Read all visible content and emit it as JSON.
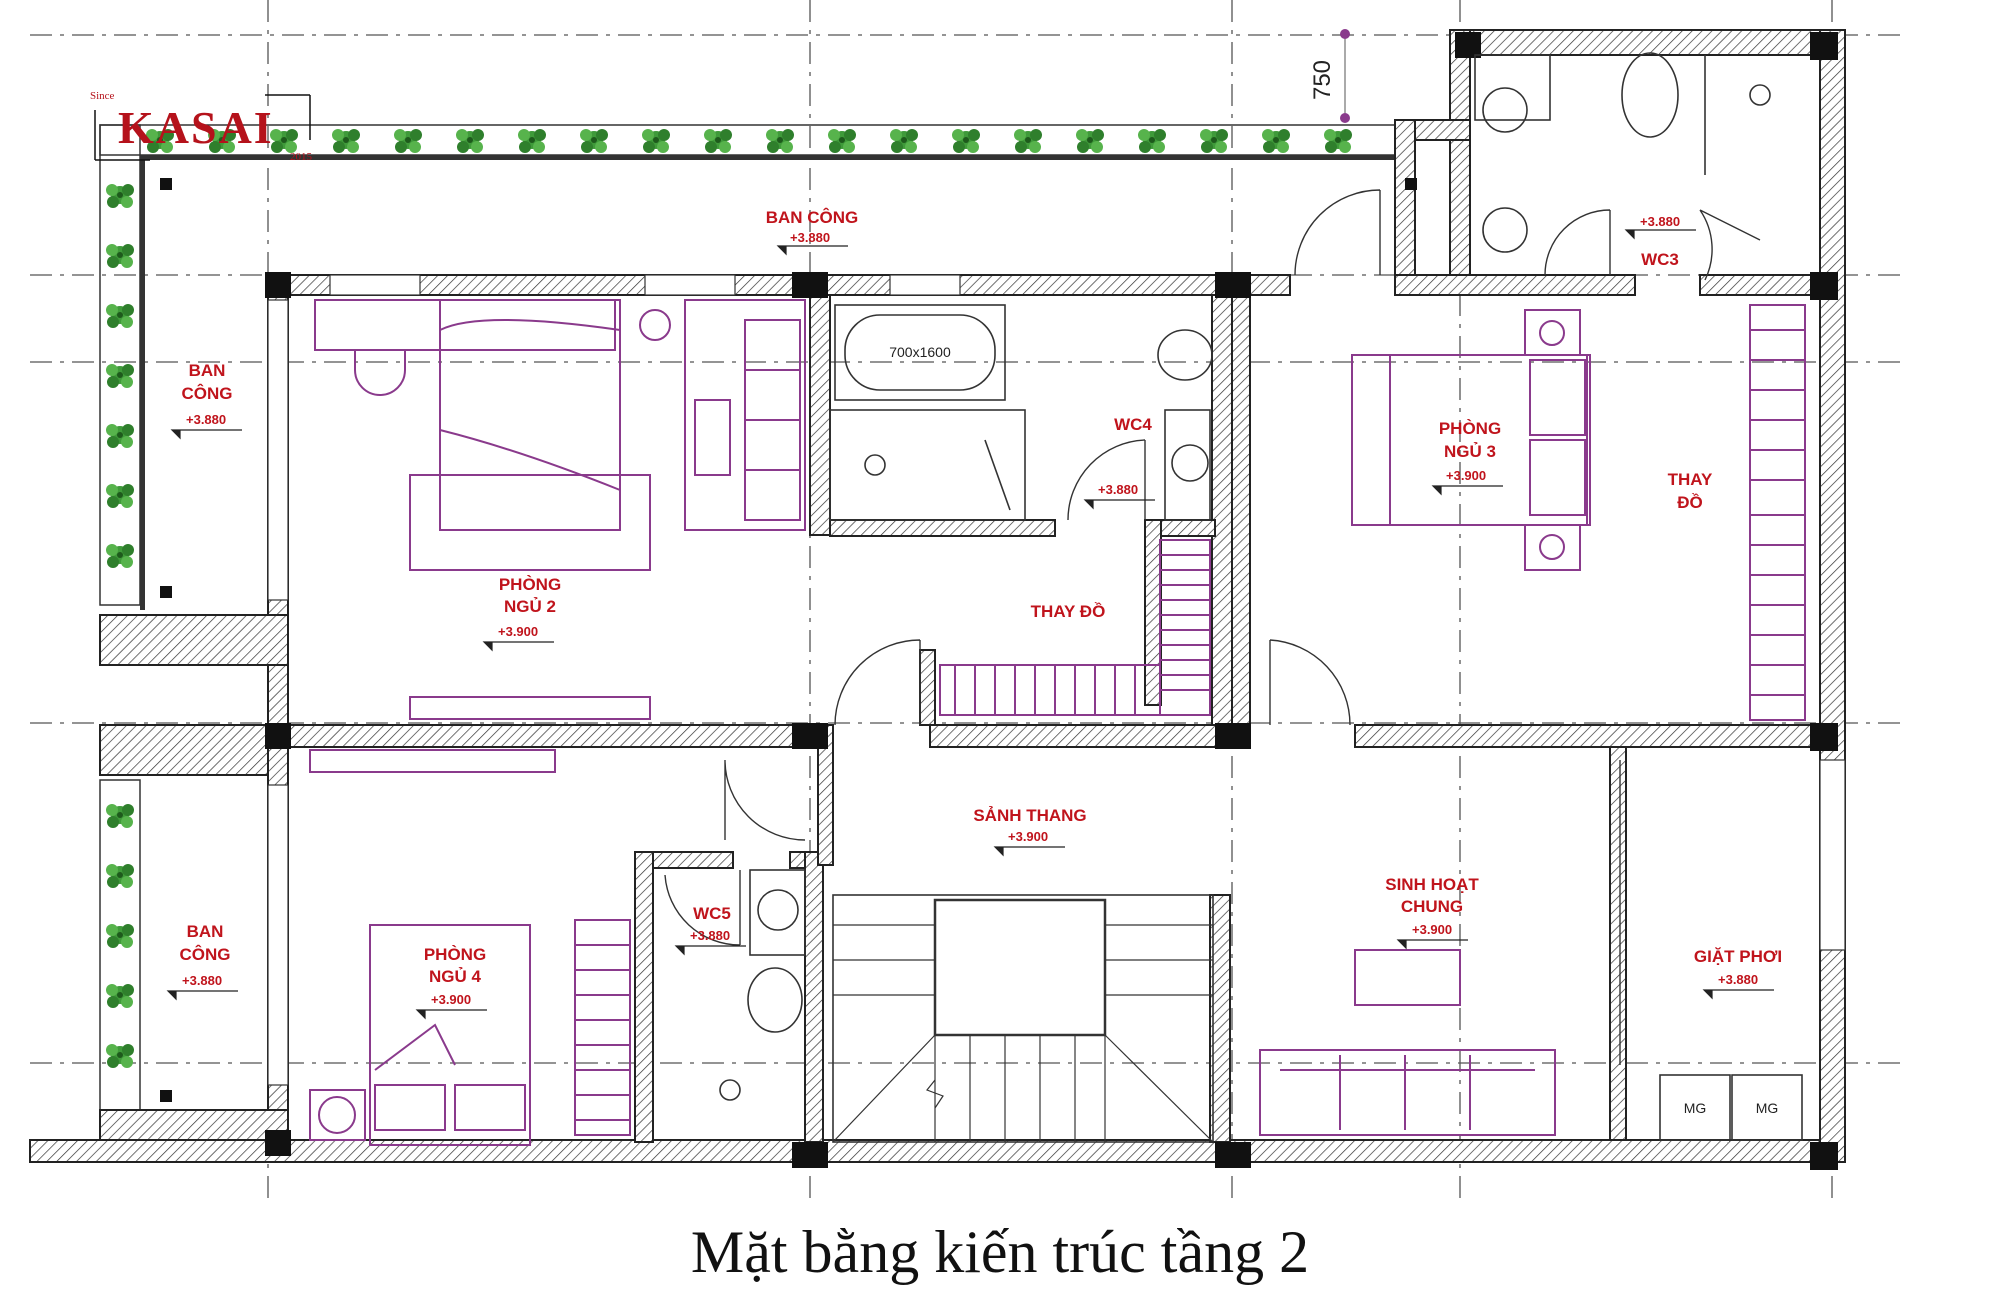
{
  "logo": {
    "since": "Since",
    "name": "KASAI",
    "year": "2015"
  },
  "dimension": "750",
  "rooms": {
    "ban_cong_top": {
      "name": "BAN CÔNG",
      "level": "+3.880"
    },
    "ban_cong_left_top": {
      "line1": "BAN",
      "line2": "CÔNG",
      "level": "+3.880"
    },
    "ban_cong_left_bottom": {
      "line1": "BAN",
      "line2": "CÔNG",
      "level": "+3.880"
    },
    "phong_ngu_2": {
      "line1": "PHÒNG",
      "line2": "NGỦ 2",
      "level": "+3.900"
    },
    "phong_ngu_3": {
      "line1": "PHÒNG",
      "line2": "NGỦ 3",
      "level": "+3.900"
    },
    "phong_ngu_4": {
      "line1": "PHÒNG",
      "line2": "NGỦ 4",
      "level": "+3.900"
    },
    "wc3": {
      "name": "WC3",
      "level": "+3.880"
    },
    "wc4": {
      "name": "WC4",
      "level": "+3.880"
    },
    "wc5": {
      "name": "WC5",
      "level": "+3.880"
    },
    "thay_do_center": {
      "name": "THAY ĐỒ"
    },
    "thay_do_right": {
      "line1": "THAY",
      "line2": "ĐỒ"
    },
    "sanh_thang": {
      "name": "SẢNH THANG",
      "level": "+3.900"
    },
    "sinh_hoat_chung": {
      "line1": "SINH HOẠT",
      "line2": "CHUNG",
      "level": "+3.900"
    },
    "giat_phoi": {
      "name": "GIẶT PHƠI",
      "level": "+3.880"
    }
  },
  "fixtures": {
    "bathtub": "700x1600",
    "washer1": "MG",
    "washer2": "MG"
  },
  "caption": "Mặt bằng kiến trúc tầng 2"
}
